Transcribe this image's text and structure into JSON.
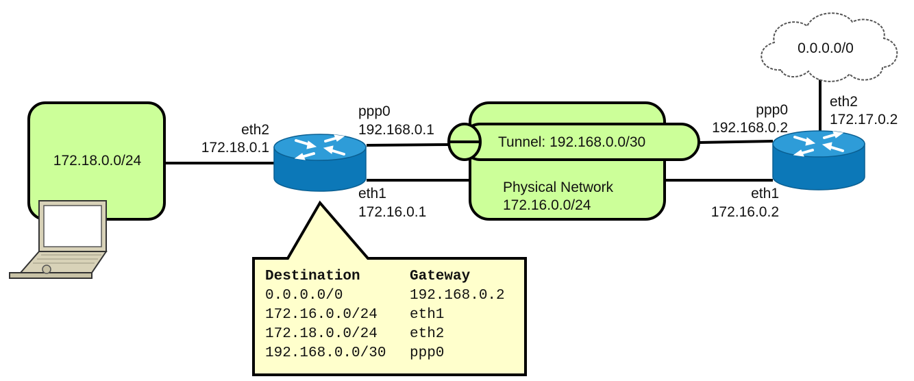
{
  "colors": {
    "network_fill": "#ccff99",
    "callout_fill": "#ffffcc",
    "router_top": "#2e9cd8",
    "router_side": "#0c78b8",
    "stroke": "#000000"
  },
  "lan": {
    "label": "172.18.0.0/24"
  },
  "internet": {
    "label": "0.0.0.0/0"
  },
  "router_left": {
    "eth2": {
      "name": "eth2",
      "ip": "172.18.0.1"
    },
    "ppp0": {
      "name": "ppp0",
      "ip": "192.168.0.1"
    },
    "eth1": {
      "name": "eth1",
      "ip": "172.16.0.1"
    }
  },
  "router_right": {
    "ppp0": {
      "name": "ppp0",
      "ip": "192.168.0.2"
    },
    "eth1": {
      "name": "eth1",
      "ip": "172.16.0.2"
    },
    "eth2": {
      "name": "eth2",
      "ip": "172.17.0.2"
    }
  },
  "tunnel": {
    "label": "Tunnel: 192.168.0.0/30"
  },
  "physical": {
    "name": "Physical Network",
    "subnet": "172.16.0.0/24"
  },
  "routing_table": {
    "headers": [
      "Destination",
      "Gateway"
    ],
    "rows": [
      [
        "0.0.0.0/0",
        "192.168.0.2"
      ],
      [
        "172.16.0.0/24",
        "eth1"
      ],
      [
        "172.18.0.0/24",
        "eth2"
      ],
      [
        "192.168.0.0/30",
        "ppp0"
      ]
    ]
  }
}
